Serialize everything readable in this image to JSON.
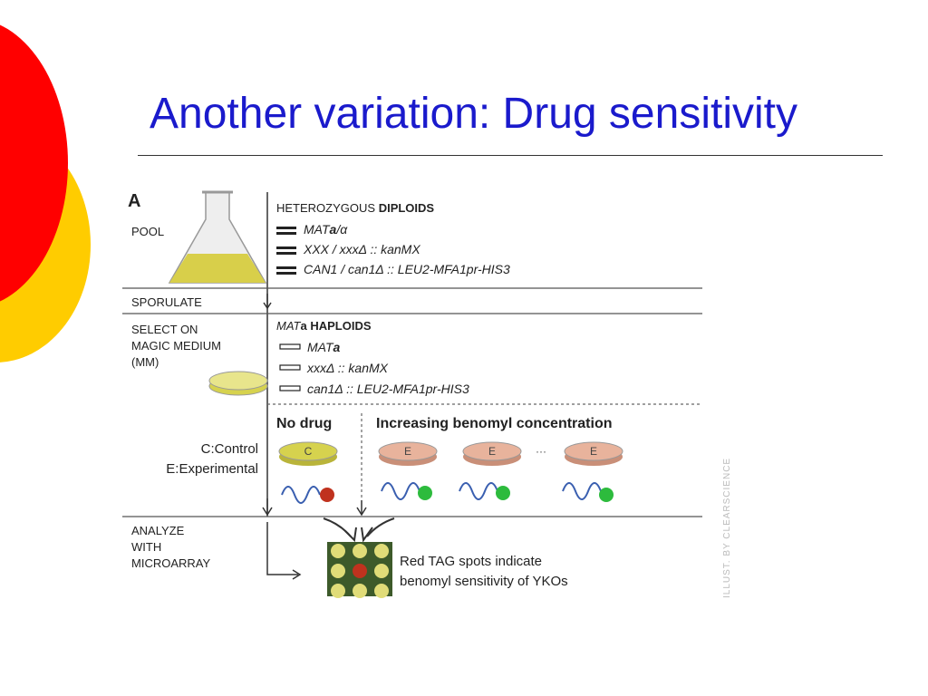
{
  "slide": {
    "title": "Another variation:  Drug sensitivity",
    "colors": {
      "title": "#1a1acc",
      "circle_red": "#ff0000",
      "circle_yellow": "#ffcc00"
    }
  },
  "figure": {
    "panel_letter": "A",
    "steps": {
      "pool": "POOL",
      "sporulate": "SPORULATE",
      "select_line1": "SELECT ON",
      "select_line2": "MAGIC MEDIUM",
      "select_line3": "(MM)",
      "control": "C:Control",
      "experimental": "E:Experimental",
      "analyze_line1": "ANALYZE",
      "analyze_line2": "WITH",
      "analyze_line3": "MICROARRAY"
    },
    "diploids": {
      "header_prefix": "HETEROZYGOUS ",
      "header_bold": "DIPLOIDS",
      "gene1_prefix": "MAT",
      "gene1_bold": "a",
      "gene1_suffix": "/α",
      "gene2": "XXX / xxxΔ :: kanMX",
      "gene3": "CAN1 / can1Δ :: LEU2-MFA1pr-HIS3"
    },
    "haploids": {
      "header_italic": "MAT",
      "header_bold_a": "a",
      "header_rest": " HAPLOIDS",
      "gene1_prefix": "MAT",
      "gene1_bold": "a",
      "gene2": "xxxΔ :: kanMX",
      "gene3": "can1Δ :: LEU2-MFA1pr-HIS3"
    },
    "drug": {
      "no_drug": "No drug",
      "increasing": "Increasing benomyl concentration",
      "plate_control": "C",
      "plate_experimental": "E",
      "ellipsis": "···"
    },
    "result": {
      "line1": "Red TAG spots indicate",
      "line2": "benomyl sensitivity of YKOs"
    },
    "credit": "ILLUST. BY CLEARSCIENCE",
    "colors": {
      "flask_liquid": "#d8cf4a",
      "plate_control": "#d6d24e",
      "plate_experimental": "#e8b39c",
      "dot_red": "#c0321e",
      "dot_green": "#2dbb3d",
      "wave": "#3a5fb0",
      "array_yellow": "#e0dc78",
      "array_bg": "#3d5a2a"
    }
  }
}
